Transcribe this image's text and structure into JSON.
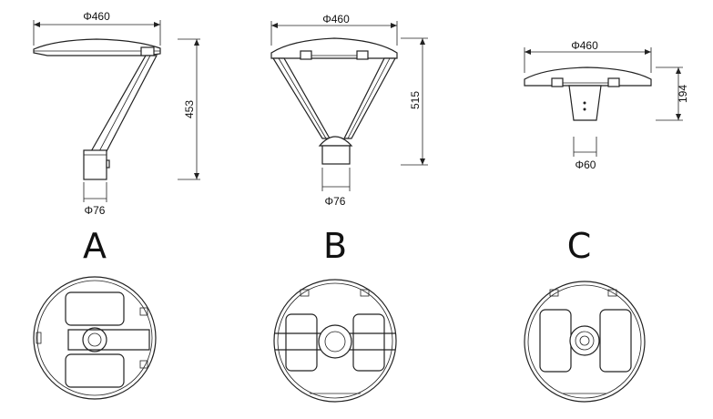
{
  "models": [
    {
      "letter": "A",
      "diameter_label": "Φ460",
      "height_label": "453",
      "base_label": "Φ76"
    },
    {
      "letter": "B",
      "diameter_label": "Φ460",
      "height_label": "515",
      "base_label": "Φ76"
    },
    {
      "letter": "C",
      "diameter_label": "Φ460",
      "height_label": "194",
      "base_label": "Φ60"
    }
  ]
}
